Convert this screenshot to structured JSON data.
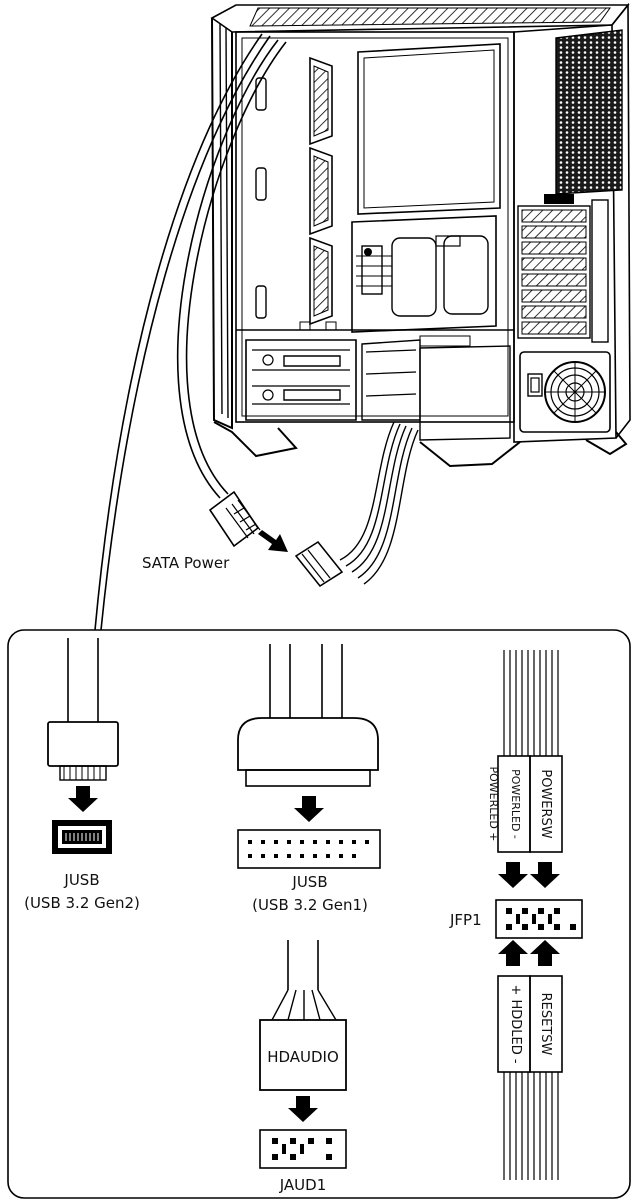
{
  "labels": {
    "sata_power": "SATA Power",
    "jusb_gen2_name": "JUSB",
    "jusb_gen2_spec": "(USB 3.2 Gen2)",
    "jusb_gen1_name": "JUSB",
    "jusb_gen1_spec": "(USB 3.2 Gen1)",
    "hdaudio": "HDAUDIO",
    "jaud1": "JAUD1",
    "jfp1": "JFP1",
    "powersw": "POWERSW",
    "powerled_minus": "POWERLED -",
    "powerled_plus": "POWERLED +",
    "resetsw": "RESETSW",
    "hddled": "+ HDDLED -"
  },
  "colors": {
    "line": "#000000",
    "background": "#ffffff",
    "grille": "#1a1a1a"
  }
}
